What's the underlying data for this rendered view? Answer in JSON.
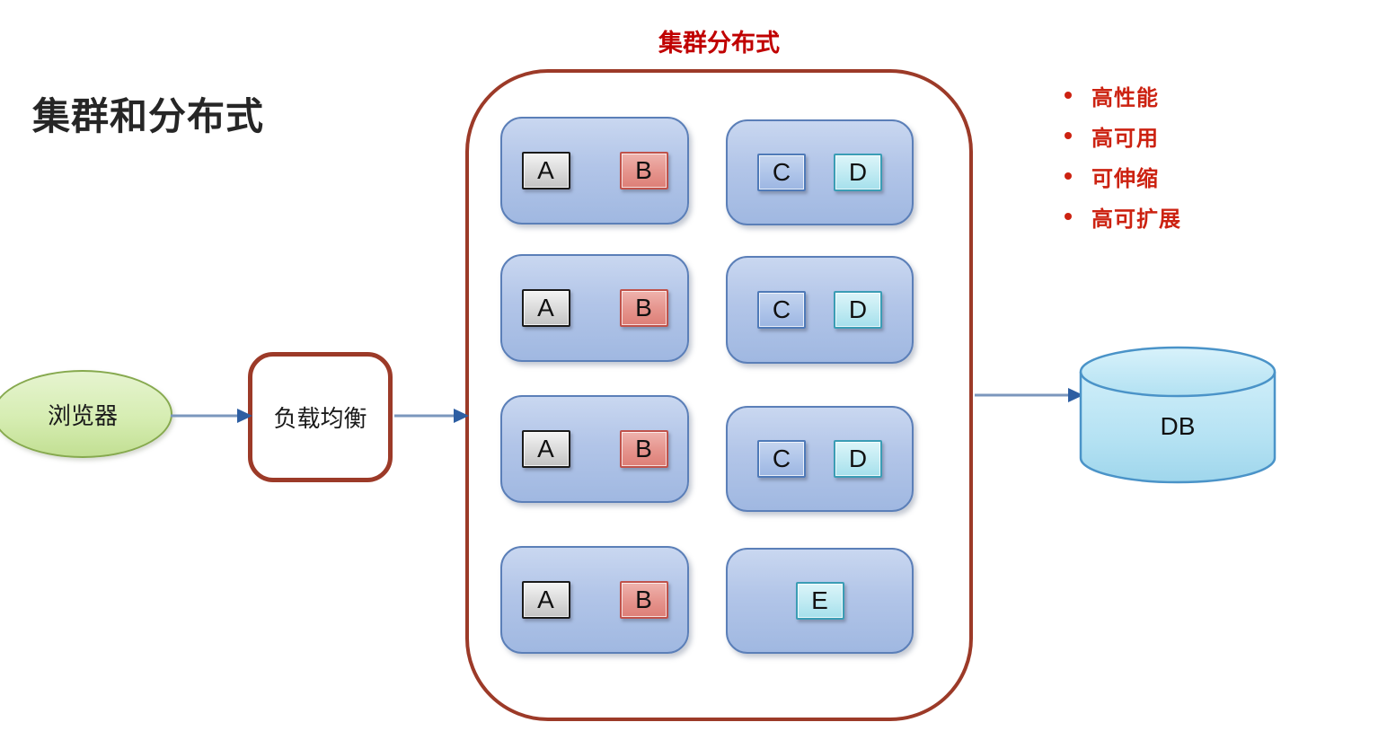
{
  "page": {
    "title": "集群和分布式"
  },
  "cluster": {
    "label": "集群分布式",
    "nodes": [
      {
        "chips": [
          {
            "label": "A",
            "variant": "gray"
          },
          {
            "label": "B",
            "variant": "red"
          }
        ]
      },
      {
        "chips": [
          {
            "label": "C",
            "variant": "blue"
          },
          {
            "label": "D",
            "variant": "cyan"
          }
        ]
      },
      {
        "chips": [
          {
            "label": "A",
            "variant": "gray"
          },
          {
            "label": "B",
            "variant": "red"
          }
        ]
      },
      {
        "chips": [
          {
            "label": "C",
            "variant": "blue"
          },
          {
            "label": "D",
            "variant": "cyan"
          }
        ]
      },
      {
        "chips": [
          {
            "label": "A",
            "variant": "gray"
          },
          {
            "label": "B",
            "variant": "red"
          }
        ]
      },
      {
        "chips": [
          {
            "label": "C",
            "variant": "blue"
          },
          {
            "label": "D",
            "variant": "cyan"
          }
        ]
      },
      {
        "chips": [
          {
            "label": "A",
            "variant": "gray"
          },
          {
            "label": "B",
            "variant": "red"
          }
        ]
      },
      {
        "chips": [
          {
            "label": "E",
            "variant": "cyan"
          }
        ]
      }
    ]
  },
  "features": {
    "items": [
      "高性能",
      "高可用",
      "可伸缩",
      "高可扩展"
    ]
  },
  "flow": {
    "browser": {
      "label": "浏览器"
    },
    "load_balancer": {
      "label": "负载均衡"
    },
    "database": {
      "label": "DB"
    }
  },
  "colors": {
    "container_border_red": "#9c3a28",
    "feature_text_red": "#cc2211",
    "title_red": "#c00000",
    "arrow_head_blue": "#2d5ea2",
    "arrow_line_blue": "#7b97bd",
    "node_border_blue": "#5b7fb8"
  }
}
